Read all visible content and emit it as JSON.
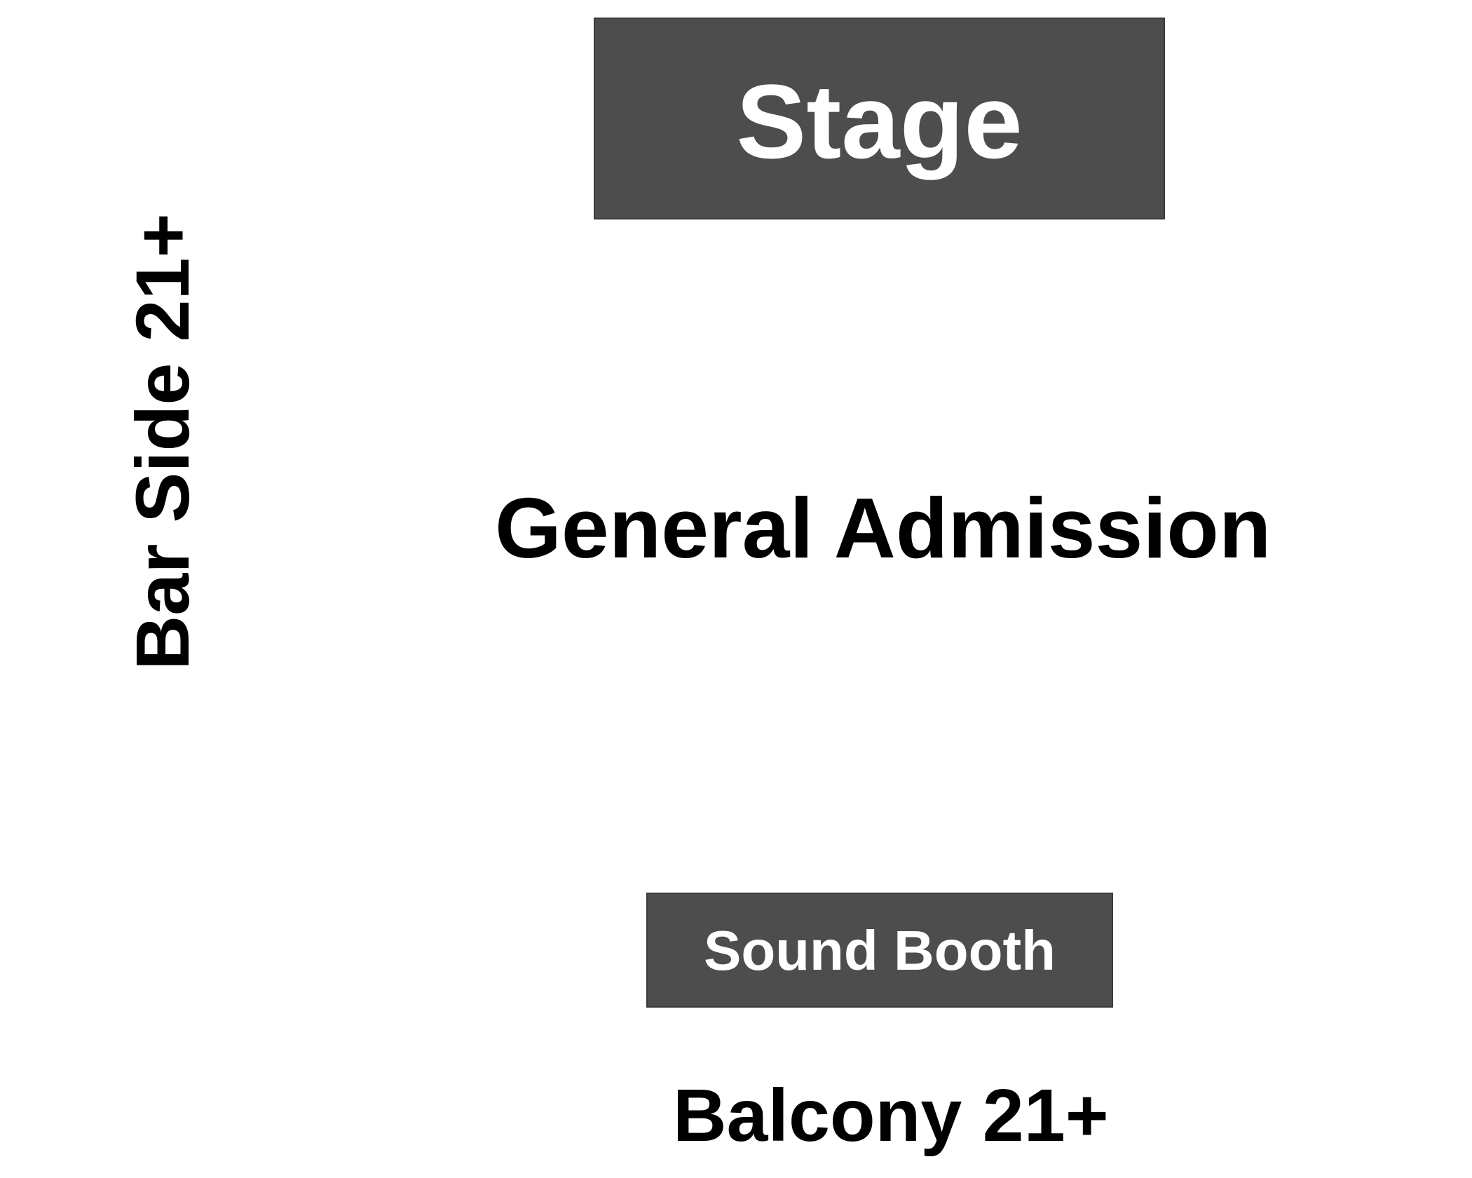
{
  "venue_map": {
    "stage": "Stage",
    "general_admission": "General Admission",
    "bar_side": "Bar Side 21+",
    "sound_booth": "Sound Booth",
    "balcony": "Balcony 21+"
  },
  "colors": {
    "box_fill": "#4d4d4d",
    "box_text": "#ffffff",
    "label_text": "#000000",
    "background": "#ffffff"
  }
}
